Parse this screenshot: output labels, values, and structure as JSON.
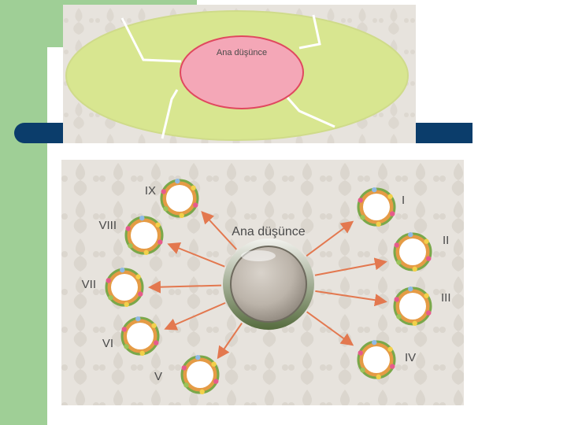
{
  "top_diagram": {
    "center_label": "Ana düşünce",
    "colors": {
      "outer": "#d8e690",
      "inner": "#f4a7b7",
      "inner_stroke": "#e0485f",
      "divider": "#ffffff"
    }
  },
  "bottom_diagram": {
    "center_label": "Ana düşünce",
    "nodes": [
      {
        "label": "I"
      },
      {
        "label": "II"
      },
      {
        "label": "III"
      },
      {
        "label": "IV"
      },
      {
        "label": "V"
      },
      {
        "label": "VI"
      },
      {
        "label": "VII"
      },
      {
        "label": "VIII"
      },
      {
        "label": "IX"
      }
    ],
    "colors": {
      "arrow": "#e3784f",
      "wreath": "#e59b45",
      "wreath_leaf": "#7aa84a"
    }
  }
}
